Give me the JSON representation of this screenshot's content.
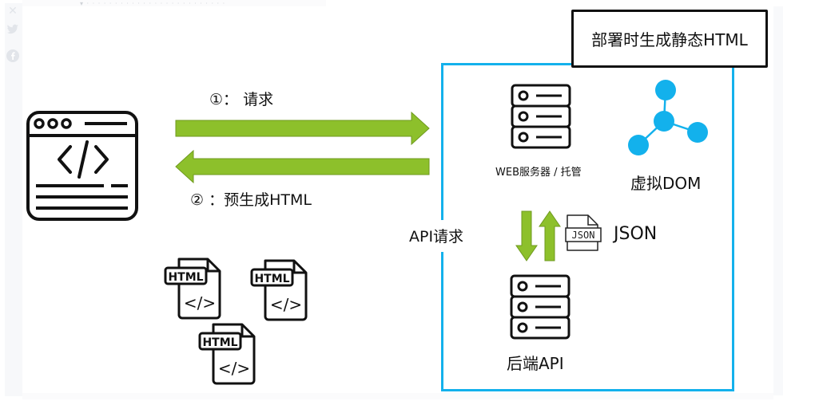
{
  "background": {
    "faint_header_text": "▾  · · ·  · · · · · · · · · · · · · · · · · · · · · ·",
    "social_icons": [
      "link-icon",
      "twitter-icon",
      "facebook-icon"
    ]
  },
  "diagram": {
    "title": "部署时生成静态HTML",
    "client": {
      "icon": "browser-code-window-icon"
    },
    "request_arrow": {
      "label": "①：  请求",
      "direction": "right",
      "color": "#8dc02b"
    },
    "response_arrow": {
      "label": "② ：预生成HTML",
      "direction": "left",
      "color": "#8dc02b"
    },
    "html_files": [
      {
        "badge": "HTML",
        "glyph": "</>"
      },
      {
        "badge": "HTML",
        "glyph": "</>"
      },
      {
        "badge": "HTML",
        "glyph": "</>"
      }
    ],
    "server_box": {
      "border_color": "#13b1ec",
      "side_label": "API请求",
      "web_server": {
        "label": "WEB服务器 / 托管"
      },
      "virtual_dom": {
        "label": "虚拟DOM",
        "color": "#13b1ec"
      },
      "json": {
        "label": "JSON",
        "badge": "JSON"
      },
      "backend": {
        "label": "后端API"
      },
      "vertical_arrows": [
        {
          "direction": "down",
          "color": "#8dc02b"
        },
        {
          "direction": "up",
          "color": "#8dc02b"
        }
      ]
    }
  }
}
